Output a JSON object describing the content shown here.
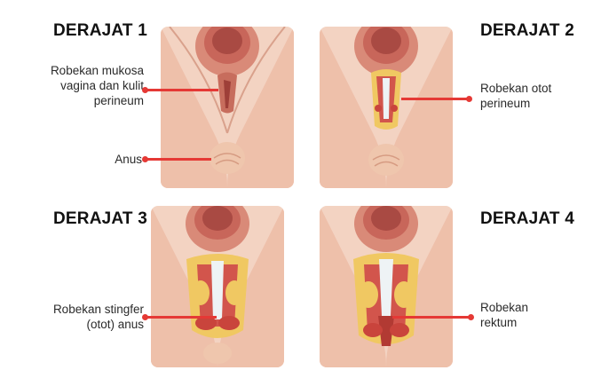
{
  "panels": [
    {
      "title": "DERAJAT 1",
      "labels": [
        "Robekan mukosa vagina dan kulit perineum",
        "Anus"
      ]
    },
    {
      "title": "DERAJAT 2",
      "labels": [
        "Robekan otot perineum"
      ]
    },
    {
      "title": "DERAJAT 3",
      "labels": [
        "Robekan stingfer (otot) anus"
      ]
    },
    {
      "title": "DERAJAT 4",
      "labels": [
        "Robekan rektum"
      ]
    }
  ],
  "colors": {
    "pointer": "#e53935",
    "skin": "#f1c9b4",
    "mucosa": "#c9705f",
    "fat": "#f0c862",
    "muscle": "#d2554c"
  }
}
